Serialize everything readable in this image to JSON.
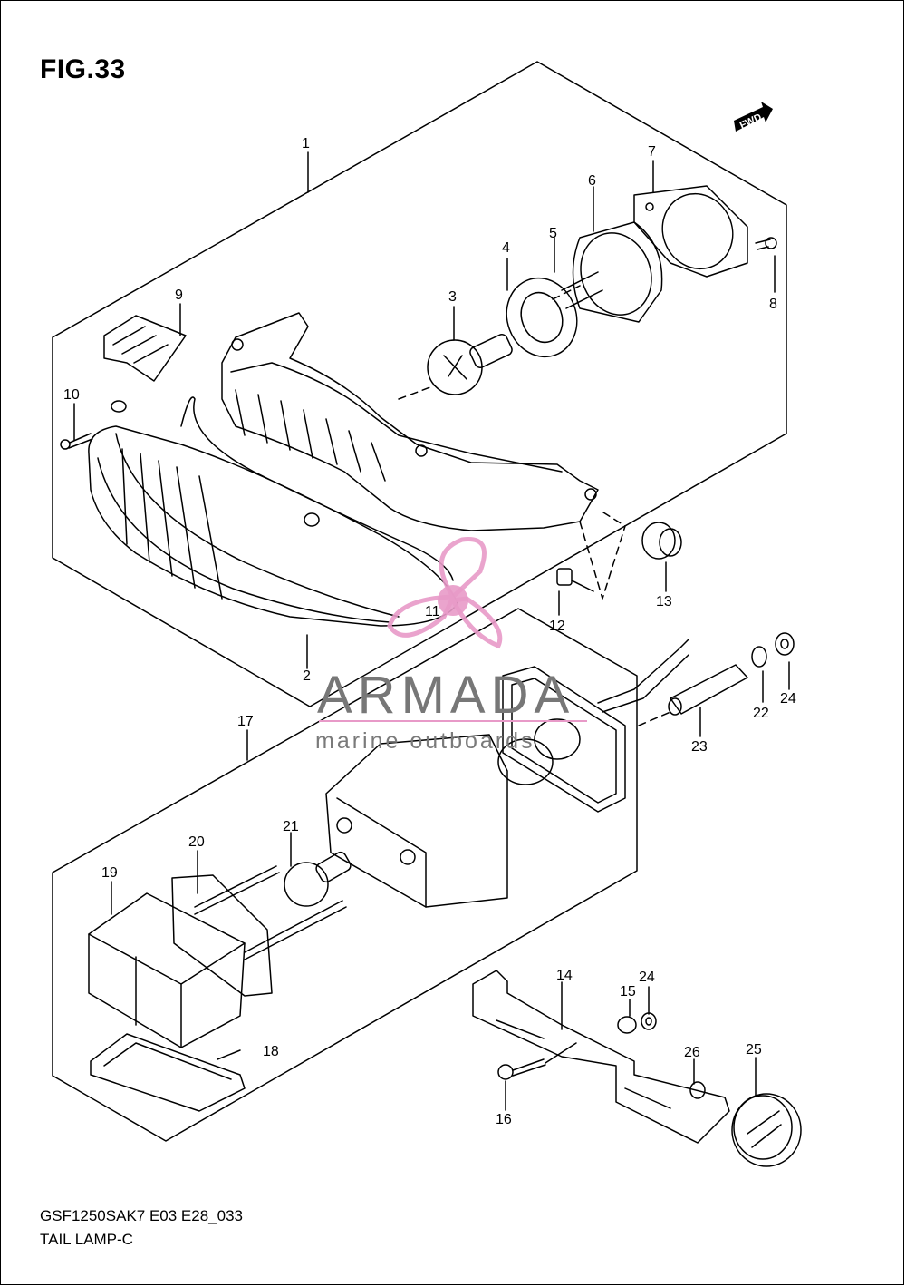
{
  "figure": {
    "title": "FIG.33"
  },
  "footer": {
    "code": "GSF1250SAK7 E03 E28_033",
    "name": "TAIL LAMP-C"
  },
  "direction_badge": "FWD",
  "watermark": {
    "brand": "ARMADA",
    "tagline": "marine outboards",
    "accent_color": "#e89ac8"
  },
  "callouts": [
    {
      "id": "1",
      "label": "1"
    },
    {
      "id": "2",
      "label": "2"
    },
    {
      "id": "3",
      "label": "3"
    },
    {
      "id": "4",
      "label": "4"
    },
    {
      "id": "5",
      "label": "5"
    },
    {
      "id": "6",
      "label": "6"
    },
    {
      "id": "7",
      "label": "7"
    },
    {
      "id": "8",
      "label": "8"
    },
    {
      "id": "9",
      "label": "9"
    },
    {
      "id": "10",
      "label": "10"
    },
    {
      "id": "11",
      "label": "11"
    },
    {
      "id": "12",
      "label": "12"
    },
    {
      "id": "13",
      "label": "13"
    },
    {
      "id": "14",
      "label": "14"
    },
    {
      "id": "15",
      "label": "15"
    },
    {
      "id": "16",
      "label": "16"
    },
    {
      "id": "17",
      "label": "17"
    },
    {
      "id": "18",
      "label": "18"
    },
    {
      "id": "19",
      "label": "19"
    },
    {
      "id": "20",
      "label": "20"
    },
    {
      "id": "21",
      "label": "21"
    },
    {
      "id": "22",
      "label": "22"
    },
    {
      "id": "23",
      "label": "23"
    },
    {
      "id": "24a",
      "label": "24"
    },
    {
      "id": "24b",
      "label": "24"
    },
    {
      "id": "25",
      "label": "25"
    },
    {
      "id": "26",
      "label": "26"
    }
  ]
}
